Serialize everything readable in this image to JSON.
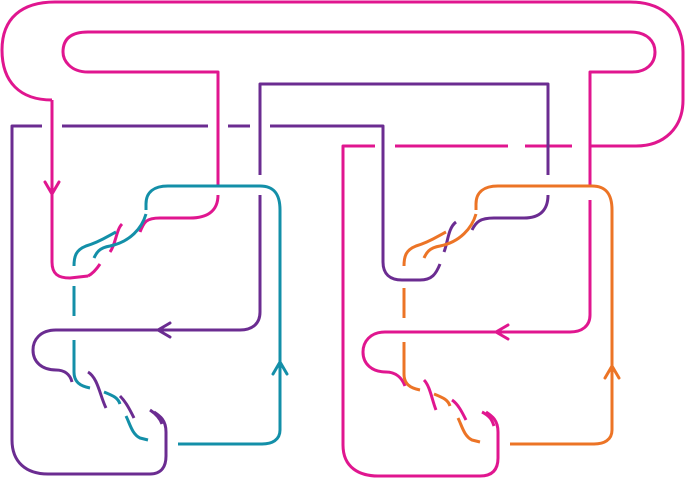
{
  "diagram": {
    "type": "link-diagram",
    "colors": {
      "magenta": "#e0168f",
      "purple": "#6b2c91",
      "teal": "#138fa8",
      "orange": "#ec7426"
    },
    "components": [
      {
        "name": "magenta",
        "color": "#e0168f"
      },
      {
        "name": "purple",
        "color": "#6b2c91"
      },
      {
        "name": "teal",
        "color": "#138fa8"
      },
      {
        "name": "orange",
        "color": "#ec7426"
      }
    ],
    "arrow_icons": [
      "arrow-down-icon",
      "arrow-left-icon",
      "arrow-up-icon"
    ]
  }
}
